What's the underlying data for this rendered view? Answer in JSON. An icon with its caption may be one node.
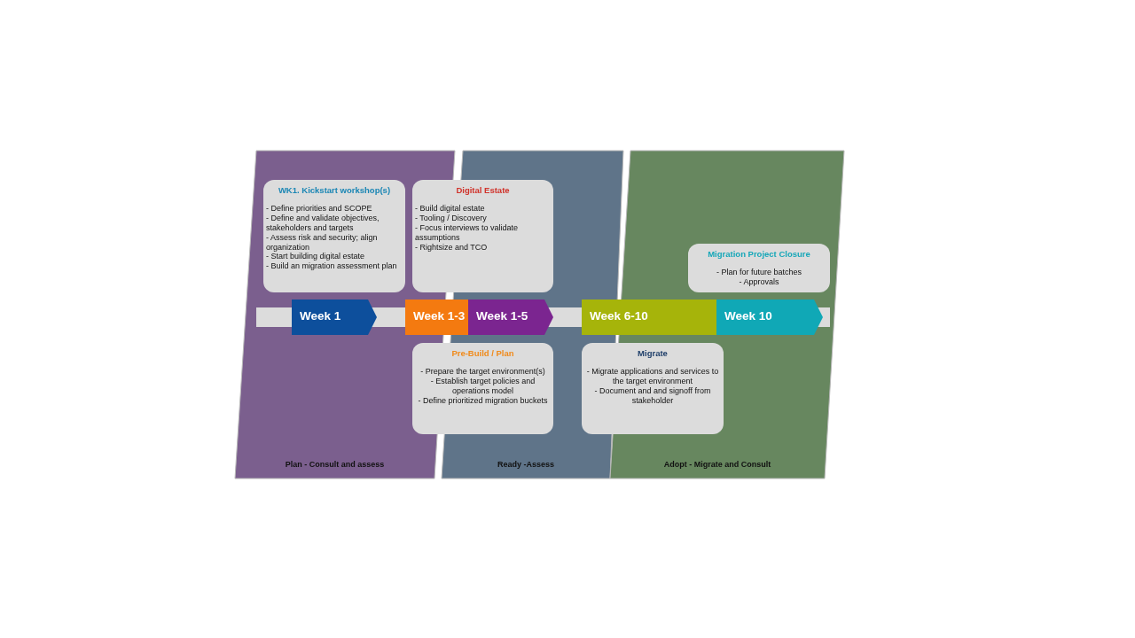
{
  "diagram": {
    "nodes": [
      {
        "text": [
          "Plan - Consult and assess"
        ]
      },
      {
        "text": [
          "Ready -Assess"
        ]
      },
      {
        "text": [
          "Adopt - Migrate and Consult"
        ]
      },
      {
        "text": [
          "WK1. Kickstart workshop(s)",
          "- Define priorities and SCOPE",
          "- Define and validate objectives, stakeholders and targets",
          "- Assess risk and security; align organization",
          "- Start building digital estate",
          "- Build an migration assessment plan"
        ],
        "in": 0
      },
      {
        "text": [
          "Digital Estate",
          "- Build digital estate",
          "- Tooling / Discovery",
          "- Focus interviews to validate assumptions",
          "- Rightsize and TCO"
        ]
      },
      {
        "text": [
          "Migration Project Closure",
          "- Plan for future batches",
          "- Approvals"
        ],
        "in": 2
      },
      {
        "text": [
          "Week 1"
        ],
        "in": 0
      },
      {
        "text": [
          "Week 1-3"
        ]
      },
      {
        "text": [
          "Week 1-5"
        ],
        "in": 1
      },
      {
        "text": [
          "Week 6-10"
        ]
      },
      {
        "text": [
          "Week 10"
        ],
        "in": 2
      },
      {
        "text": [
          "Pre-Build / Plan",
          "- Prepare the target environment(s)",
          "- Establish target policies and operations model",
          "- Define prioritized migration buckets"
        ]
      },
      {
        "text": [
          "Migrate",
          "- Migrate applications and services to the target environment",
          "- Document and and signoff from stakeholder"
        ]
      }
    ]
  }
}
